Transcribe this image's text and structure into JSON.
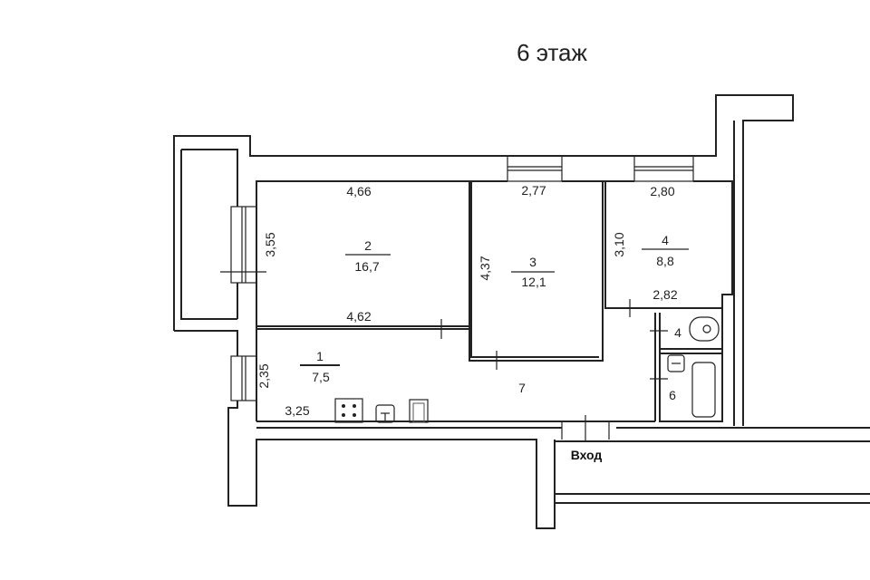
{
  "title": "6 этаж",
  "rooms": [
    {
      "number": "1",
      "area": "7,5"
    },
    {
      "number": "2",
      "area": "16,7"
    },
    {
      "number": "3",
      "area": "12,1"
    },
    {
      "number": "4",
      "area": "8,8"
    }
  ],
  "hall_number": "7",
  "wc_number": "4",
  "bath_number": "6",
  "dimensions": {
    "room2_top": "4,66",
    "room2_bottom": "4,62",
    "room2_side": "3,55",
    "room3_top": "2,77",
    "room3_side": "4,37",
    "room4_top": "2,80",
    "room4_bottom": "2,82",
    "room4_side": "3,10",
    "room1_side": "2,35",
    "room1_bottom": "3,25"
  },
  "entrance_label": "Вход"
}
